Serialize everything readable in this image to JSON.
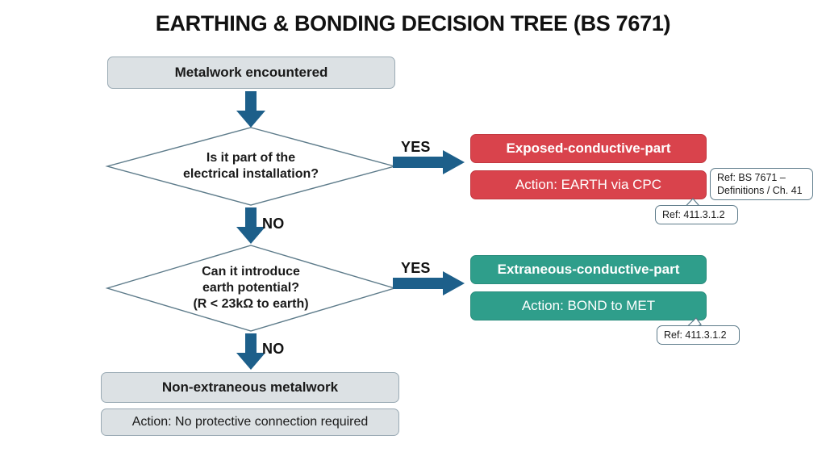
{
  "title": "EARTHING & BONDING DECISION TREE (BS 7671)",
  "colors": {
    "arrow_blue": "#1d5f8a",
    "red": "#d9434c",
    "teal": "#2f9e8b",
    "grey_box": "#dce1e4",
    "grey_border": "#9aaab4",
    "callout_border": "#5d7b8a",
    "background": "#ffffff",
    "text": "#1a1a1a"
  },
  "nodes": {
    "start": {
      "label": "Metalwork encountered"
    },
    "decision_1": {
      "line1": "Is it part of the",
      "line2": "electrical installation?"
    },
    "decision_2": {
      "line1": "Can it introduce",
      "line2": "earth potential?",
      "line3": "(R < 23kΩ to earth)"
    },
    "outcome_exposed": {
      "head": "Exposed-conductive-part",
      "action": "Action: EARTH via CPC"
    },
    "outcome_extraneous": {
      "head": "Extraneous-conductive-part",
      "action": "Action: BOND to MET"
    },
    "outcome_non_extraneous": {
      "head": "Non-extraneous metalwork",
      "action": "Action: No protective connection required"
    }
  },
  "branches": {
    "yes_1": "YES",
    "no_1": "NO",
    "yes_2": "YES",
    "no_2": "NO"
  },
  "callouts": {
    "definitions": "Ref: BS 7671 –\nDefinitions / Ch. 41",
    "ref_411_a": "Ref: 411.3.1.2",
    "ref_411_b": "Ref: 411.3.1.2"
  },
  "icons": {
    "arrow_down": "arrow-down-icon",
    "arrow_right": "arrow-right-icon",
    "diamond": "decision-diamond-icon"
  }
}
